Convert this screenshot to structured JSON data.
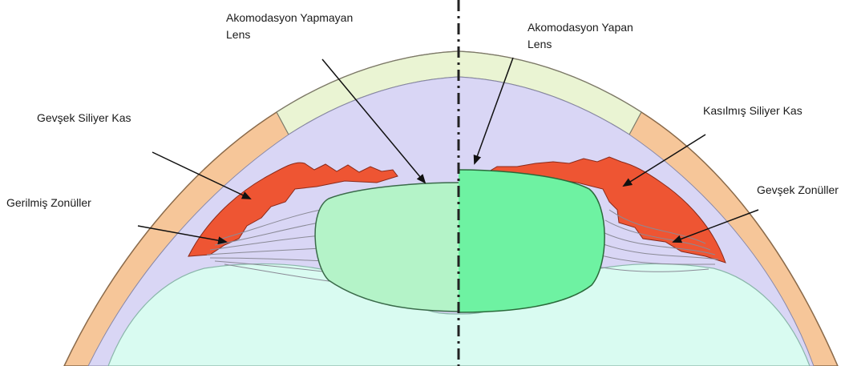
{
  "labels": {
    "non_accommodating_lens_line1": "Akomodasyon Yapmayan",
    "non_accommodating_lens_line2": "Lens",
    "accommodating_lens_line1": "Akomodasyon Yapan",
    "accommodating_lens_line2": "Lens",
    "relaxed_ciliary_muscle": "Gevşek Siliyer Kas",
    "contracted_ciliary_muscle": "Kasılmış Siliyer Kas",
    "stretched_zonules": "Gerilmiş Zonüller",
    "relaxed_zonules": "Gevşek Zonüller"
  },
  "colors": {
    "sclera_outer": "#f6c699",
    "cornea": "#eaf4d3",
    "anterior_chamber": "#d9d6f5",
    "ciliary_muscle": "#ee5533",
    "lens_relaxed": "#b4f3c8",
    "lens_accommodating": "#6ef2a2",
    "vitreous": "#d9fbf1",
    "zonule": "#8a8a96",
    "arrow": "#111111"
  }
}
